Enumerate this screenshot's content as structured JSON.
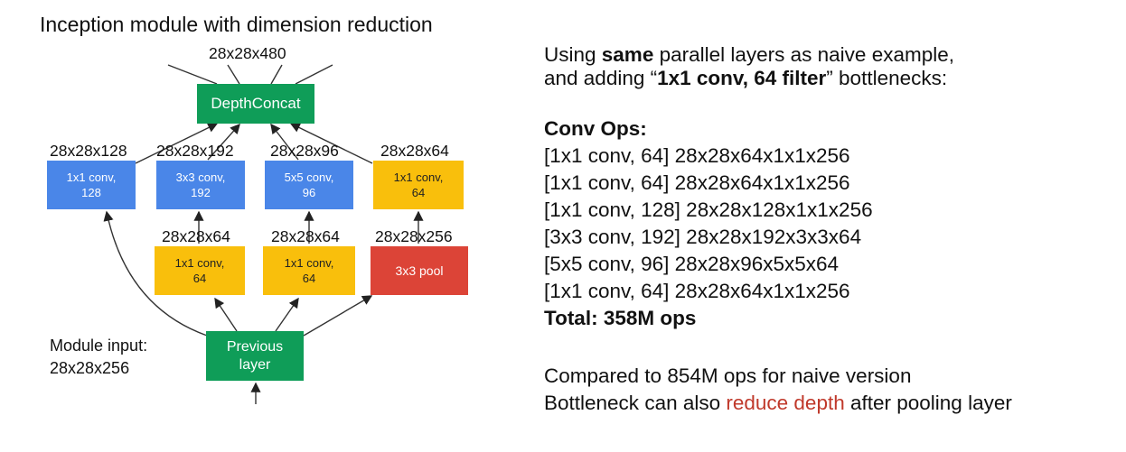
{
  "title": "Inception module with dimension reduction",
  "diagram": {
    "output_dim": "28x28x480",
    "depthconcat": "DepthConcat",
    "top_row": [
      {
        "dim": "28x28x128",
        "line1": "1x1 conv,",
        "line2": "128",
        "color": "#4a86e8"
      },
      {
        "dim": "28x28x192",
        "line1": "3x3 conv,",
        "line2": "192",
        "color": "#4a86e8"
      },
      {
        "dim": "28x28x96",
        "line1": "5x5 conv,",
        "line2": "96",
        "color": "#4a86e8"
      },
      {
        "dim": "28x28x64",
        "line1": "1x1 conv,",
        "line2": "64",
        "color": "#f9bf0c"
      }
    ],
    "mid_row": [
      {
        "dim": "28x28x64",
        "line1": "1x1 conv,",
        "line2": "64",
        "color": "#f9bf0c"
      },
      {
        "dim": "28x28x64",
        "line1": "1x1 conv,",
        "line2": "64",
        "color": "#f9bf0c"
      },
      {
        "dim": "28x28x256",
        "line1": "3x3 pool",
        "color": "#dc4437"
      }
    ],
    "previous": {
      "line1": "Previous",
      "line2": "layer",
      "color": "#0f9d58"
    },
    "module_input_label": "Module input:",
    "module_input_dim": "28x28x256"
  },
  "text": {
    "intro1_pre": "Using ",
    "intro1_bold": "same",
    "intro1_post": " parallel layers as naive example,",
    "intro2_pre": "and adding “",
    "intro2_bold": "1x1 conv, 64 filter",
    "intro2_post": "” bottlenecks:",
    "ops_title": "Conv Ops:",
    "ops": [
      "[1x1 conv, 64] 28x28x64x1x1x256",
      "[1x1 conv, 64] 28x28x64x1x1x256",
      "[1x1 conv, 128] 28x28x128x1x1x256",
      "[3x3 conv, 192] 28x28x192x3x3x64",
      "[5x5 conv, 96] 28x28x96x5x5x64",
      "[1x1 conv, 64] 28x28x64x1x1x256"
    ],
    "total": "Total: 358M ops",
    "compare": "Compared to 854M ops for naive version",
    "bottleneck_pre": "Bottleneck can also ",
    "bottleneck_red": "reduce depth",
    "bottleneck_post": " after pooling layer",
    "accent_red": "#c0392b"
  }
}
